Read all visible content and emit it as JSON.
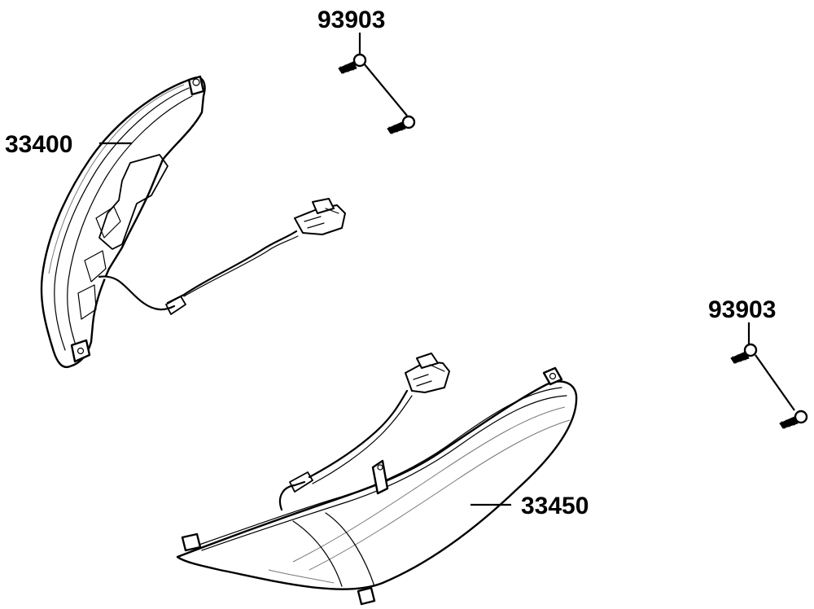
{
  "labels": {
    "left_lamp": "33400",
    "right_lamp": "33450",
    "screw_top": "93903",
    "screw_right": "93903"
  }
}
